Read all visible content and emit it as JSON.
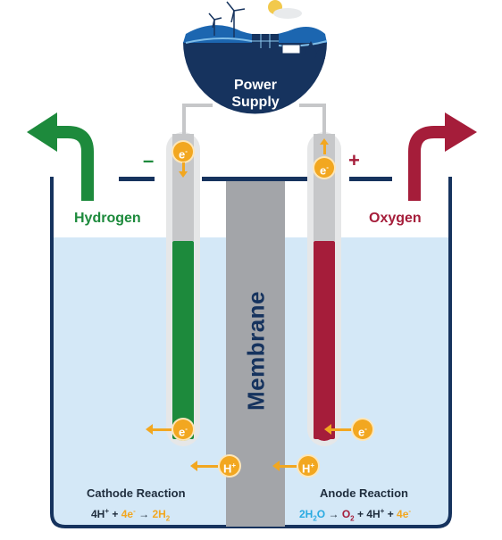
{
  "power_supply": {
    "line1": "Power",
    "line2": "Supply"
  },
  "gases": {
    "hydrogen": "Hydrogen",
    "oxygen": "Oxygen"
  },
  "terminals": {
    "cathode_sign": "–",
    "anode_sign": "+"
  },
  "membrane": "Membrane",
  "electron": {
    "symbol": "e",
    "charge": "-"
  },
  "proton": {
    "symbol": "H",
    "charge": "+"
  },
  "cathode_reaction": {
    "title": "Cathode Reaction",
    "h_coef": "4H",
    "plus1": "+",
    "e_coef": "4e",
    "arrow": "→",
    "product": "2H",
    "sub": "2"
  },
  "anode_reaction": {
    "title": "Anode Reaction",
    "water": "2H",
    "sub1": "2",
    "o": "O",
    "arrow": "→",
    "o2": "O",
    "sub2": "2",
    "plus1": "+",
    "h_coef": "4H",
    "plus2": "+",
    "e_coef": "4e"
  },
  "colors": {
    "navy": "#16335e",
    "green": "#1d8a3c",
    "red": "#a51d3a",
    "orange": "#f2a720",
    "water": "#d4e8f7",
    "membrane": "#a3a5a9"
  },
  "icons": [
    "wind-turbine-icon",
    "solar-panel-icon",
    "tree-icon",
    "sun-icon",
    "cloud-icon",
    "electron-icon",
    "proton-icon"
  ]
}
